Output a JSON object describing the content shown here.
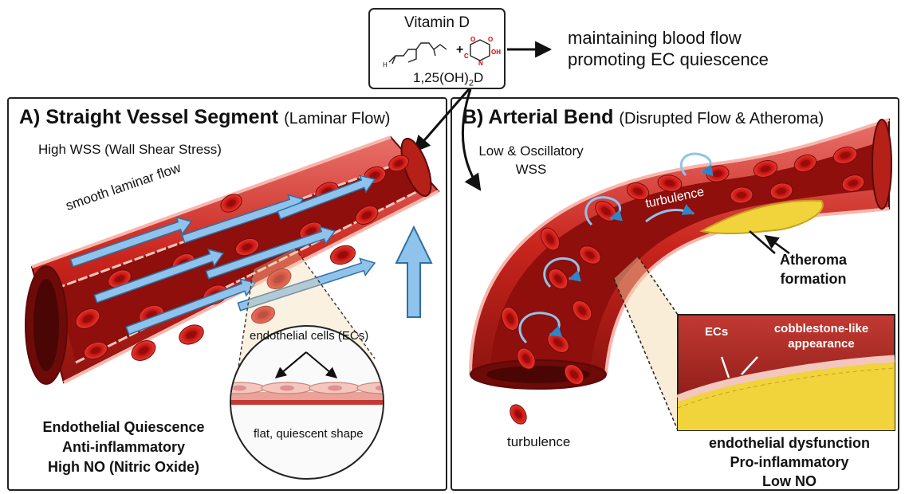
{
  "vitamin_box": {
    "title": "Vitamin D",
    "formula_prefix": "1,25(OH)",
    "formula_sub": "2",
    "formula_suffix": "D",
    "plus": "+",
    "atom_o1": "O",
    "atom_o2": "O",
    "atom_c": "C",
    "atom_n": "N",
    "atom_oh": "OH",
    "atom_h": "H"
  },
  "effects": {
    "line1": "maintaining blood flow",
    "line2": "promoting EC quiescence"
  },
  "panel_a": {
    "title": "A) Straight Vessel Segment",
    "subtitle": "(Laminar Flow)",
    "wss": "High WSS (Wall Shear Stress)",
    "flow": "smooth laminar flow",
    "cells_label": "endothelial cells (ECs)",
    "shape_label": "flat, quiescent shape",
    "summary": [
      "Endothelial Quiescence",
      "Anti-inflammatory",
      "High NO (Nitric Oxide)"
    ]
  },
  "panel_b": {
    "title": "B) Arterial Bend",
    "subtitle": "(Disrupted Flow & Atheroma)",
    "wss": [
      "Low & Oscillatory",
      "WSS"
    ],
    "turbulence_top": "turbulence",
    "turbulence_bottom": "turbulence",
    "atheroma": [
      "Atheroma",
      "formation"
    ],
    "ecs": "ECs",
    "cobblestone": [
      "cobblestone-like",
      "appearance"
    ],
    "summary": [
      "endothelial dysfunction",
      "Pro-inflammatory",
      "Low NO"
    ]
  },
  "colors": {
    "vessel_wall": "#c8241c",
    "vessel_wall_light": "#e8716a",
    "lumen": "#8e0f0c",
    "rbc": "#d51f1b",
    "rbc_center": "#9e0c0a",
    "flow_arrow": "#7fb8e6",
    "plaque": "#f1d33c",
    "endothelium": "#f3c7bd"
  }
}
